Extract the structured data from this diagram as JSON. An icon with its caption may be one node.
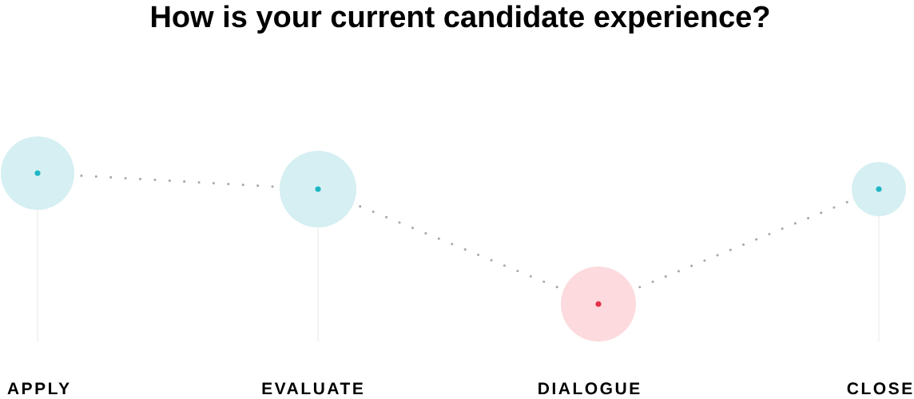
{
  "diagram": {
    "title": "How is your current candidate experience?",
    "nodes": [
      {
        "text": [],
        "shape": "circle"
      },
      {
        "text": [],
        "shape": "circle"
      },
      {
        "text": [],
        "shape": "circle"
      },
      {
        "text": [],
        "shape": "circle"
      }
    ],
    "edges": [
      {
        "from": 0,
        "to": 1,
        "arrow": "none",
        "style": "dashed"
      },
      {
        "from": 1,
        "to": 2,
        "arrow": "none",
        "style": "dashed"
      },
      {
        "from": 2,
        "to": 3,
        "arrow": "none",
        "style": "dashed"
      }
    ],
    "labels": [
      "APPLY",
      "EVALUATE",
      "DIALOGUE",
      "CLOSE"
    ]
  }
}
